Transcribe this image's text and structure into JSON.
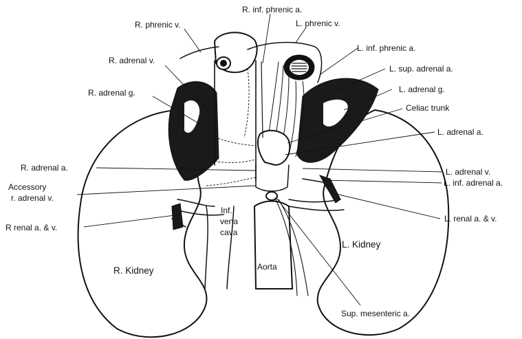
{
  "labels": {
    "r_inf_phrenic_a": "R. inf. phrenic a.",
    "r_phrenic_v": "R. phrenic v.",
    "l_phrenic_v": "L. phrenic v.",
    "l_inf_phrenic_a": "L. inf. phrenic a.",
    "r_adrenal_v": "R. adrenal v.",
    "l_sup_adrenal_a": "L. sup. adrenal a.",
    "r_adrenal_g": "R. adrenal g.",
    "l_adrenal_g": "L. adrenal g.",
    "celiac_trunk": "Celiac trunk",
    "l_adrenal_a": "L. adrenal a.",
    "r_adrenal_a": "R. adrenal a.",
    "l_adrenal_v": "L. adrenal v.",
    "accessory_line1": "Accessory",
    "accessory_line2": "r. adrenal v.",
    "l_inf_adrenal_a": "L. inf. adrenal a.",
    "r_renal_av": "R renal a. & v.",
    "l_renal_av": "L. renal a. & v.",
    "inf_vena_cava_line1": "Inf.",
    "inf_vena_cava_line2": "vena",
    "inf_vena_cava_line3": "cava",
    "l_kidney": "L. Kidney",
    "r_kidney": "R. Kidney",
    "aorta": "Aorta",
    "sup_mesenteric_a": "Sup. mesenteric a."
  }
}
